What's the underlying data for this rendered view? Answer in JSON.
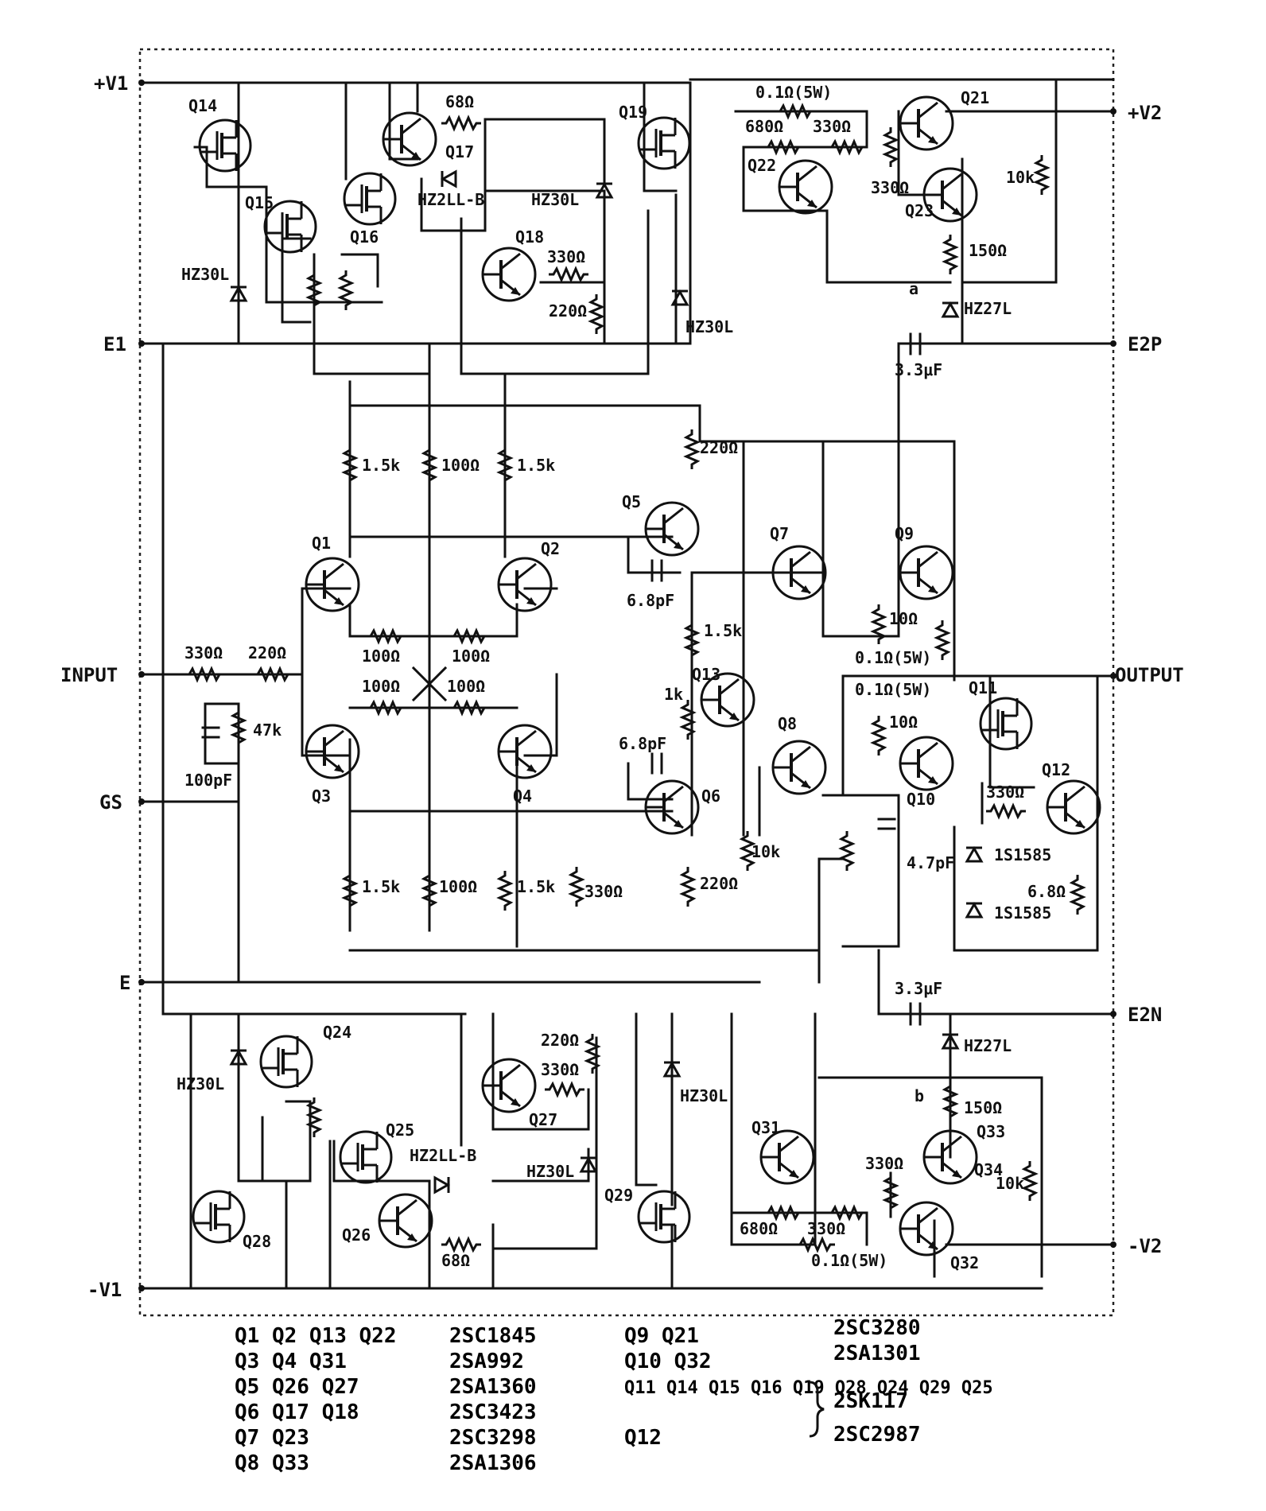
{
  "terminals": {
    "pos_v1": "+V1",
    "pos_v2": "+V2",
    "e1": "E1",
    "e2p": "E2P",
    "input": "INPUT",
    "gs": "GS",
    "e": "E",
    "e2n": "E2N",
    "neg_v2": "-V2",
    "neg_v1": "-V1",
    "output": "OUTPUT"
  },
  "transistors": {
    "q14": "Q14",
    "q15": "Q15",
    "q16": "Q16",
    "q17": "Q17",
    "q18": "Q18",
    "q19": "Q19",
    "q21": "Q21",
    "q22": "Q22",
    "q23": "Q23",
    "q1": "Q1",
    "q2": "Q2",
    "q3": "Q3",
    "q4": "Q4",
    "q5": "Q5",
    "q6": "Q6",
    "q7": "Q7",
    "q8": "Q8",
    "q9": "Q9",
    "q10": "Q10",
    "q11": "Q11",
    "q12": "Q12",
    "q13": "Q13",
    "q24": "Q24",
    "q25": "Q25",
    "q26": "Q26",
    "q27": "Q27",
    "q28": "Q28",
    "q29": "Q29",
    "q31": "Q31",
    "q32": "Q32",
    "q33": "Q33",
    "q34": "Q34"
  },
  "components": {
    "r_68_top": "68Ω",
    "r_01_top": "0.1Ω(5W)",
    "r_680_top": "680Ω",
    "r_330_top": "330Ω",
    "r_330_q23": "330Ω",
    "r_10k_top": "10k",
    "r_150_top": "150Ω",
    "d_hz27l_top": "HZ27L",
    "node_a": "a",
    "d_hz2ll_top": "HZ2LL-B",
    "d_hz30l_1": "HZ30L",
    "d_hz30l_2": "HZ30L",
    "d_hz30l_3": "HZ30L",
    "r_330_q18": "330Ω",
    "r_220_q18": "220Ω",
    "c_33_top": "3.3μF",
    "r_15k_1": "1.5k",
    "r_100_1": "100Ω",
    "r_15k_2": "1.5k",
    "r_220_q5": "220Ω",
    "c_68_1": "6.8pF",
    "r_15k_mid": "1.5k",
    "r_1k": "1k",
    "c_68_2": "6.8pF",
    "r_100_e1": "100Ω",
    "r_100_e2": "100Ω",
    "r_100_e3": "100Ω",
    "r_100_e4": "100Ω",
    "r_10_q9": "10Ω",
    "r_01_out1": "0.1Ω(5W)",
    "r_01_out2": "0.1Ω(5W)",
    "r_10_q10": "10Ω",
    "r_330_in": "330Ω",
    "r_220_in": "220Ω",
    "r_47k": "47k",
    "c_100p": "100pF",
    "r_10k_mid": "10k",
    "c_47p": "4.7pF",
    "r_330_q12": "330Ω",
    "d_1s1": "1S1585",
    "d_1s2": "1S1585",
    "r_68_out": "6.8Ω",
    "r_15k_3": "1.5k",
    "r_100_2": "100Ω",
    "r_15k_4": "1.5k",
    "r_330_bot": "330Ω",
    "r_220_q6": "220Ω",
    "c_33_bot": "3.3μF",
    "d_hz27l_bot": "HZ27L",
    "node_b": "b",
    "r_150_bot": "150Ω",
    "r_330_q33": "330Ω",
    "r_10k_bot": "10k",
    "r_680_bot": "680Ω",
    "r_330_bot2": "330Ω",
    "r_01_bot": "0.1Ω(5W)",
    "d_hz30l_4": "HZ30L",
    "d_hz30l_5": "HZ30L",
    "d_hz30l_6": "HZ30L",
    "r_220_q27": "220Ω",
    "r_330_q27": "330Ω",
    "d_hz2ll_bot": "HZ2LL-B",
    "r_68_bot": "68Ω"
  },
  "parts_list": [
    {
      "transistors": "Q1 Q2 Q13 Q22",
      "part": "2SC1845"
    },
    {
      "transistors": "Q3 Q4 Q31",
      "part": "2SA992"
    },
    {
      "transistors": "Q5 Q26 Q27",
      "part": "2SA1360"
    },
    {
      "transistors": "Q6 Q17 Q18",
      "part": "2SC3423"
    },
    {
      "transistors": "Q7 Q23",
      "part": "2SC3298"
    },
    {
      "transistors": "Q8 Q33",
      "part": "2SA1306"
    },
    {
      "transistors": "Q9 Q21",
      "part": "2SC3280"
    },
    {
      "transistors": "Q10 Q32",
      "part": "2SA1301"
    },
    {
      "transistors": "Q11 Q14 Q15 Q16 Q19 Q28 Q24 Q29 Q25",
      "part": "2SK117"
    },
    {
      "transistors": "Q12",
      "part": "2SC2987"
    }
  ]
}
